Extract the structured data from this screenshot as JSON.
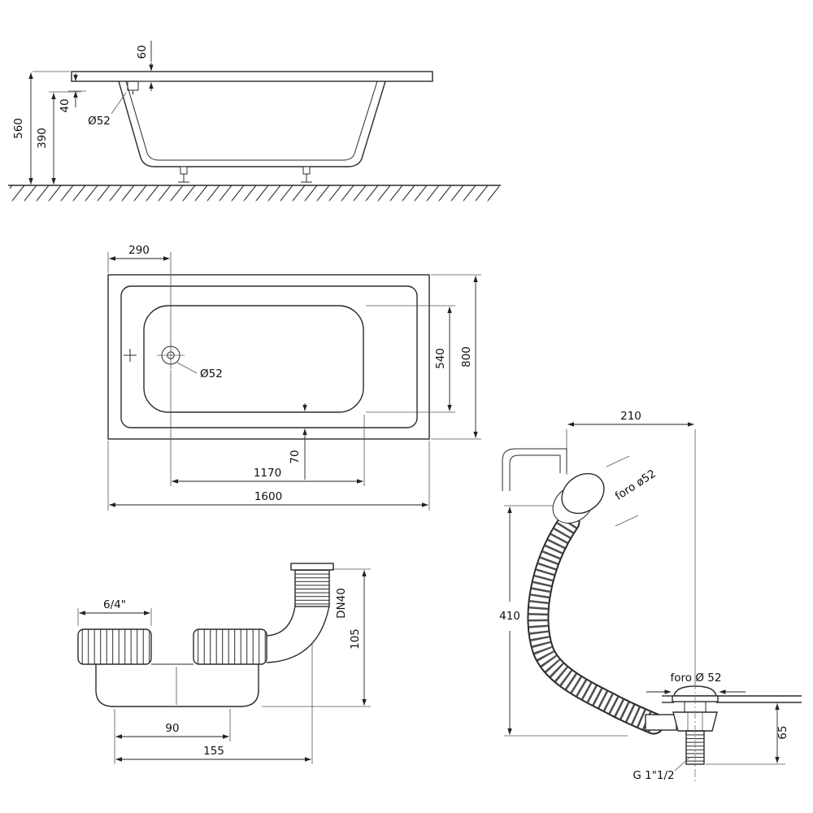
{
  "drawing": {
    "side": {
      "total_height": "560",
      "depth": "390",
      "rim_drop": "40",
      "drain_inset": "60",
      "drain_hole": "Ø52"
    },
    "top": {
      "drain_from_left": "290",
      "inner_width": "540",
      "width": "800",
      "floor_offset": "70",
      "floor_length": "1170",
      "length": "1600",
      "drain_hole": "Ø52"
    },
    "trap": {
      "nut_size": "6/4\"",
      "outlet": "DN40",
      "height": "105",
      "span_inner": "90",
      "span_total": "155"
    },
    "overflow": {
      "width": "210",
      "overflow_hole": "foro ø52",
      "height": "410",
      "drain_hole": "foro Ø 52",
      "under_depth": "65",
      "thread": "G 1\"1/2"
    }
  }
}
